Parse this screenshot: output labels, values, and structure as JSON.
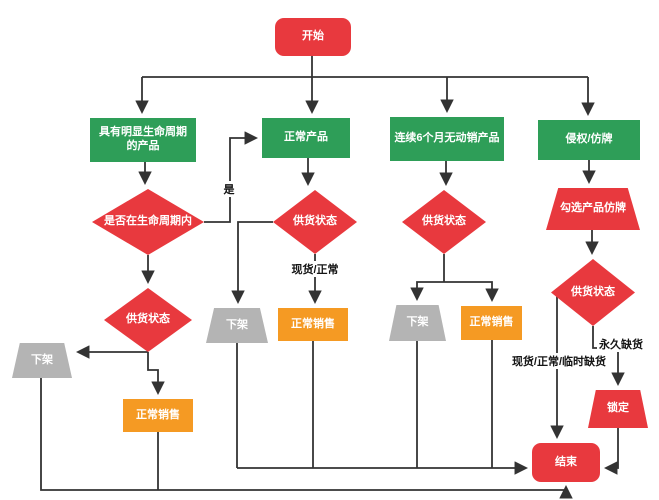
{
  "diagram": {
    "title": "product-status-flowchart",
    "colors": {
      "red": "#E8393E",
      "green": "#2E9E58",
      "orange": "#F59A23",
      "gray": "#B4B4B4",
      "line": "#333333",
      "label_text": "#141414",
      "background": "#ffffff"
    },
    "nodes": {
      "start": {
        "label": "开始",
        "type": "terminator"
      },
      "branch1": {
        "label": "具有明显生命周期的产品",
        "type": "process"
      },
      "branch2": {
        "label": "正常产品",
        "type": "process"
      },
      "branch3": {
        "label": "连续6个月无动销产品",
        "type": "process"
      },
      "branch4": {
        "label": "侵权/仿牌",
        "type": "process"
      },
      "decide_lifecycle": {
        "label": "是否在生命周期内",
        "type": "decision"
      },
      "supply_b1": {
        "label": "供货状态",
        "type": "decision"
      },
      "supply_b2": {
        "label": "供货状态",
        "type": "decision"
      },
      "supply_b3": {
        "label": "供货状态",
        "type": "decision"
      },
      "supply_b4": {
        "label": "供货状态",
        "type": "decision"
      },
      "offshelf_b1": {
        "label": "下架",
        "type": "manual-operation"
      },
      "offshelf_b2": {
        "label": "下架",
        "type": "manual-operation"
      },
      "offshelf_b3": {
        "label": "下架",
        "type": "manual-operation"
      },
      "sale_b1": {
        "label": "正常销售",
        "type": "process"
      },
      "sale_b2": {
        "label": "正常销售",
        "type": "process"
      },
      "sale_b3": {
        "label": "正常销售",
        "type": "process"
      },
      "check_fake": {
        "label": "勾选产品仿牌",
        "type": "manual-operation"
      },
      "lock": {
        "label": "锁定",
        "type": "manual-operation"
      },
      "end": {
        "label": "结束",
        "type": "terminator"
      }
    },
    "edge_labels": {
      "yes": "是",
      "in_stock_normal": "现货/正常",
      "permanent_oos": "永久缺货",
      "in_stock_normal_temp": "现货/正常/临时缺货"
    }
  }
}
